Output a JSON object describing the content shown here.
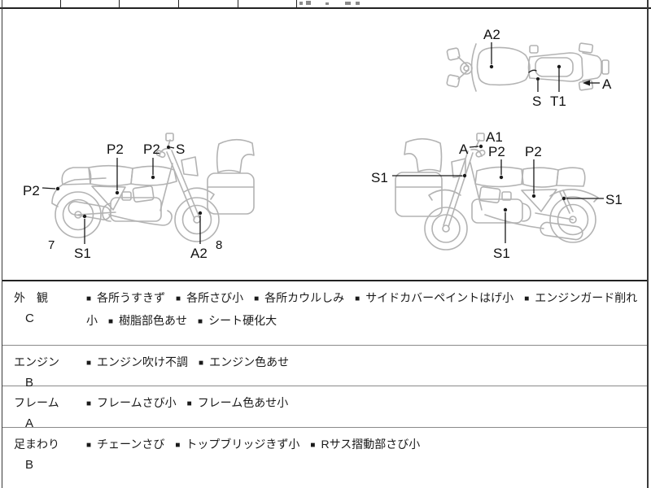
{
  "colors": {
    "ink": "#1a1a1a",
    "outline_gray": "#b3b3b3",
    "separator_gray": "#8a8a8a"
  },
  "diagram": {
    "top_view": {
      "labels": {
        "a2": "A2",
        "s": "S",
        "t1": "T1",
        "a": "A"
      }
    },
    "left_side": {
      "labels": {
        "p2_rear": "P2",
        "p2_frame": "P2",
        "p2_tank": "P2",
        "s_mirror": "S",
        "s1_exhaust": "S1",
        "a2_fork": "A2",
        "num_rear": "7",
        "num_front": "8"
      }
    },
    "right_side": {
      "labels": {
        "a1": "A1",
        "a_mirror": "A",
        "p2_tank": "P2",
        "p2_frame": "P2",
        "s1_front": "S1",
        "s1_shock": "S1",
        "s1_engine": "S1"
      }
    }
  },
  "inspection": {
    "bullet": "■",
    "rows": [
      {
        "category": "外　観",
        "grade": "C",
        "items": [
          "各所うすきず",
          "各所さび小",
          "各所カウルしみ",
          "サイドカバーペイントはげ小",
          "エンジンガード削れ小",
          "樹脂部色あせ",
          "シート硬化大"
        ]
      },
      {
        "category": "エンジン",
        "grade": "B",
        "items": [
          "エンジン吹け不調",
          "エンジン色あせ"
        ]
      },
      {
        "category": "フレーム",
        "grade": "A",
        "items": [
          "フレームさび小",
          "フレーム色あせ小"
        ]
      },
      {
        "category": "足まわり",
        "grade": "B",
        "items": [
          "チェーンさび",
          "トップブリッジきず小",
          "Rサス摺動部さび小"
        ]
      }
    ]
  }
}
